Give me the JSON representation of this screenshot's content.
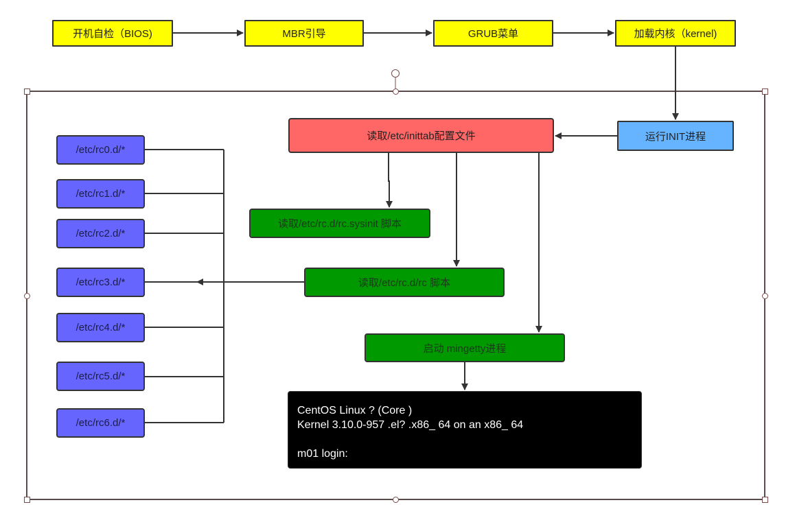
{
  "top_flow": {
    "bios": "开机自检（BIOS)",
    "mbr": "MBR引导",
    "grub": "GRUB菜单",
    "kernel": "加载内核（kernel)"
  },
  "init": {
    "run_init": "运行INIT进程",
    "read_inittab": "读取/etc/inittab配置文件",
    "read_sysinit": "读取/etc/rc.d/rc.sysinit 脚本",
    "read_rc": "读取/etc/rc.d/rc 脚本",
    "start_mingetty": "启动 mingetty进程"
  },
  "runlevels": [
    "/etc/rc0.d/*",
    "/etc/rc1.d/*",
    "/etc/rc2.d/*",
    "/etc/rc3.d/*",
    "/etc/rc4.d/*",
    "/etc/rc5.d/*",
    "/etc/rc6.d/*"
  ],
  "terminal": {
    "lines": [
      "CentOS Linux ? (Core )",
      "Kernel 3.10.0-957 .el? .x86_ 64 on an x86_ 64",
      "",
      "m01 login:"
    ]
  },
  "colors": {
    "yellow": "#ffff00",
    "red": "#ff6666",
    "blue": "#66b3ff",
    "green": "#009900",
    "purple": "#6666ff",
    "terminal": "#000000",
    "line": "#333333",
    "frame": "#5a4a4a"
  }
}
